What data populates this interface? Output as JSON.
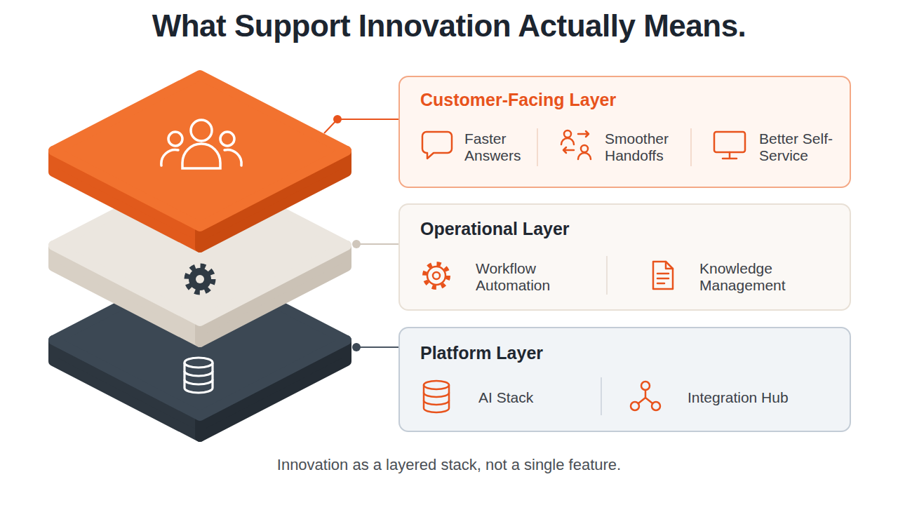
{
  "diagram": {
    "title": "What Support Innovation Actually Means.",
    "caption": "Innovation as a layered stack, not a single feature.",
    "nodes": [
      {
        "text": [
          "Customer-Facing Layer",
          "Faster Answers",
          "Smoother Handoffs",
          "Better Self-Service"
        ]
      },
      {
        "text": [
          "Operational Layer",
          "Workflow Automation",
          "Knowledge Management"
        ]
      },
      {
        "text": [
          "Platform Layer",
          "AI Stack",
          "Integration Hub"
        ]
      }
    ]
  }
}
